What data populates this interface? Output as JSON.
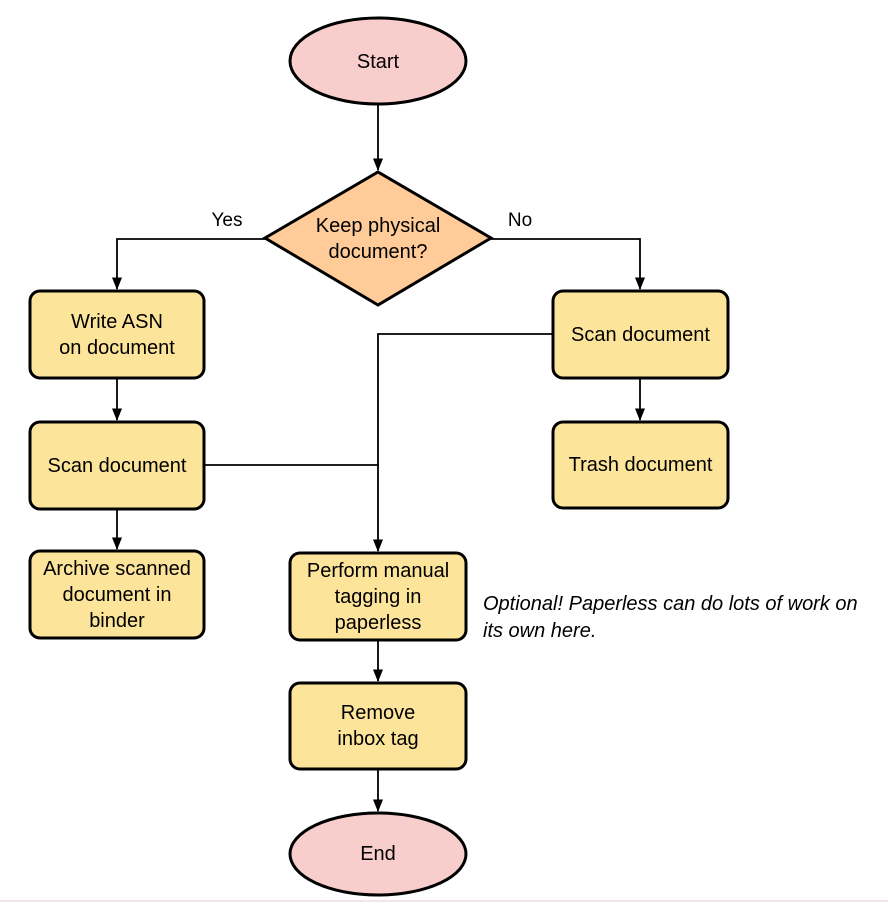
{
  "diagram": {
    "colors": {
      "terminator_fill": "#f8cecc",
      "decision_fill": "#ffcc99",
      "process_fill": "#fce49a",
      "stroke": "#000000"
    },
    "nodes": {
      "start": {
        "type": "terminator",
        "label": "Start"
      },
      "decision": {
        "type": "decision",
        "label": "Keep physical\ndocument?"
      },
      "write_asn": {
        "type": "process",
        "label": "Write ASN\non document"
      },
      "scan_left": {
        "type": "process",
        "label": "Scan document"
      },
      "archive": {
        "type": "process",
        "label": "Archive scanned\ndocument in\nbinder"
      },
      "scan_right": {
        "type": "process",
        "label": "Scan document"
      },
      "trash": {
        "type": "process",
        "label": "Trash document"
      },
      "tagging": {
        "type": "process",
        "label": "Perform manual\ntagging in\npaperless"
      },
      "remove_inbox": {
        "type": "process",
        "label": "Remove\ninbox tag"
      },
      "end": {
        "type": "terminator",
        "label": "End"
      }
    },
    "edge_labels": {
      "yes": "Yes",
      "no": "No"
    },
    "annotation": "Optional! Paperless can do lots of work on\nits own here."
  }
}
